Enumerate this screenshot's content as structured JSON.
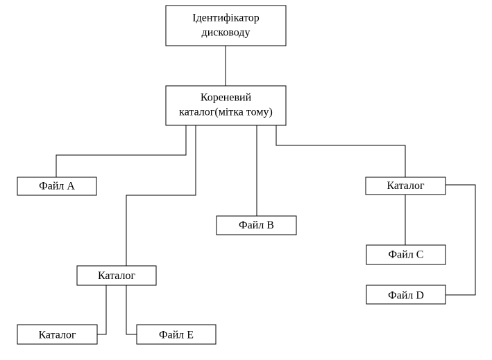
{
  "diagram": {
    "nodes": {
      "drive_id": {
        "lines": [
          "Ідентифікатор",
          "дисководу"
        ]
      },
      "root": {
        "lines": [
          "Кореневий",
          "каталог(мітка тому)"
        ]
      },
      "file_a": {
        "lines": [
          "Файл A"
        ]
      },
      "file_b": {
        "lines": [
          "Файл B"
        ]
      },
      "catalog_right": {
        "lines": [
          "Каталог"
        ]
      },
      "file_c": {
        "lines": [
          "Файл C"
        ]
      },
      "file_d": {
        "lines": [
          "Файл D"
        ]
      },
      "catalog_mid": {
        "lines": [
          "Каталог"
        ]
      },
      "catalog_bottom": {
        "lines": [
          "Каталог"
        ]
      },
      "file_e": {
        "lines": [
          "Файл E"
        ]
      }
    },
    "edges": [
      [
        "drive_id",
        "root"
      ],
      [
        "root",
        "file_a"
      ],
      [
        "root",
        "catalog_mid"
      ],
      [
        "root",
        "file_b"
      ],
      [
        "root",
        "catalog_right"
      ],
      [
        "catalog_right",
        "file_c"
      ],
      [
        "catalog_right",
        "file_d"
      ],
      [
        "catalog_mid",
        "catalog_bottom"
      ],
      [
        "catalog_mid",
        "file_e"
      ]
    ]
  }
}
